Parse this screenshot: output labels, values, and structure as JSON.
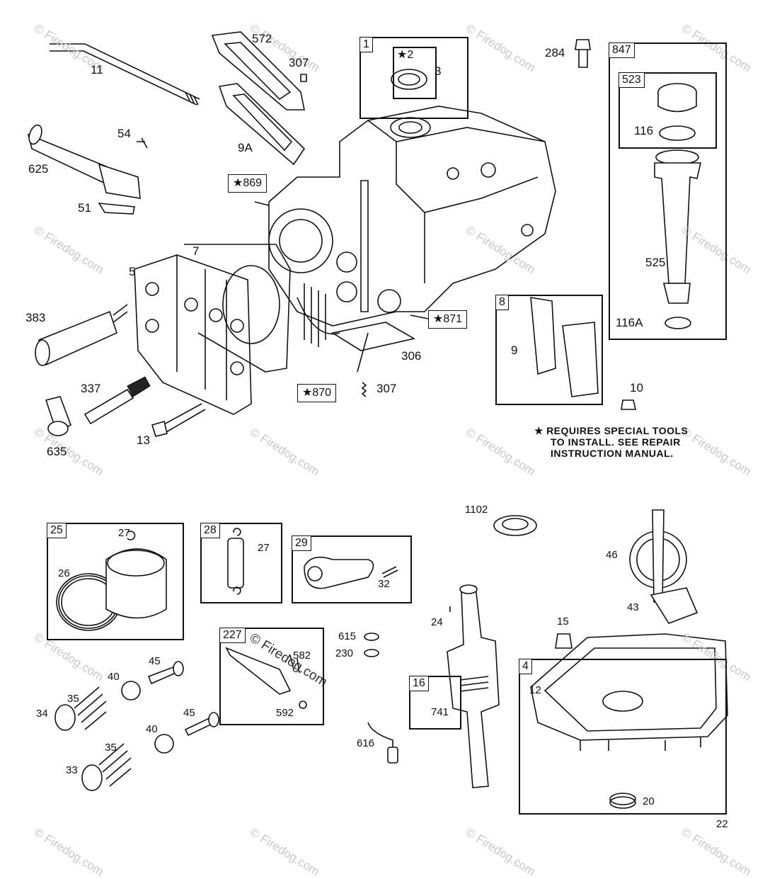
{
  "watermark": "© Firedog.com",
  "note": {
    "star": "★",
    "lines": [
      "REQUIRES SPECIAL TOOLS",
      "TO INSTALL.  SEE REPAIR",
      "INSTRUCTION MANUAL."
    ]
  },
  "boxes": {
    "b1": "1",
    "b847": "847",
    "b523": "523",
    "b8": "8",
    "b25": "25",
    "b28": "28",
    "b29": "29",
    "b227": "227",
    "b16": "16",
    "b4": "4"
  },
  "starred": {
    "s2": "★2",
    "s869": "★869",
    "s871": "★871",
    "s870": "★870"
  },
  "labels": {
    "l11": "11",
    "l572": "572",
    "l307a": "307",
    "l3": "3",
    "l284": "284",
    "l54": "54",
    "l625": "625",
    "l51": "51",
    "l9A": "9A",
    "l116": "116",
    "l7": "7",
    "l5": "5",
    "l525": "525",
    "l383": "383",
    "l306": "306",
    "l9": "9",
    "l116A": "116A",
    "l337": "337",
    "l307b": "307",
    "l10": "10",
    "l635": "635",
    "l13": "13",
    "l1102": "1102",
    "l27a": "27",
    "l26": "26",
    "l27b": "27",
    "l32": "32",
    "l46": "46",
    "l43": "43",
    "l24": "24",
    "l15": "15",
    "l615": "615",
    "l230": "230",
    "l582": "582",
    "l592": "592",
    "l45a": "45",
    "l40a": "40",
    "l35a": "35",
    "l34": "34",
    "l45b": "45",
    "l40b": "40",
    "l35b": "35",
    "l33": "33",
    "l12": "12",
    "l741": "741",
    "l616": "616",
    "l20": "20",
    "l22": "22"
  }
}
